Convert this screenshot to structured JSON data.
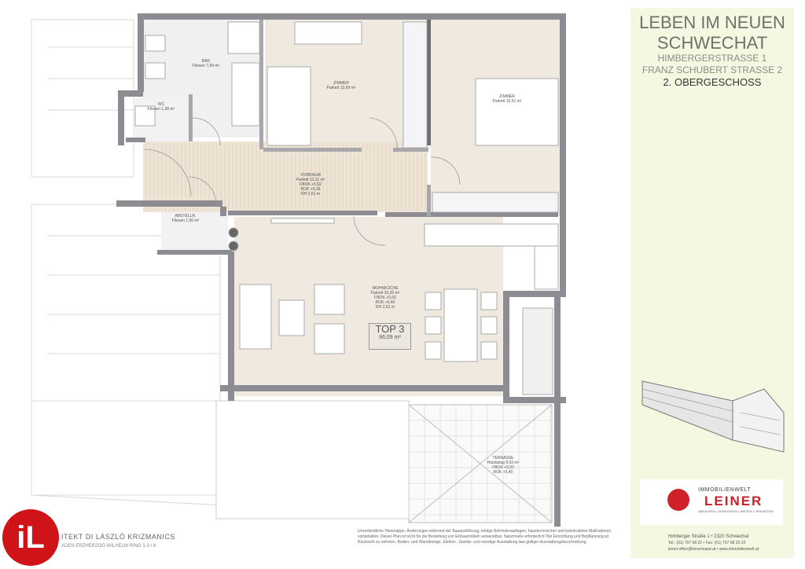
{
  "header": {
    "title_line1": "LEBEN IM NEUEN",
    "title_line2": "SCHWECHAT",
    "address_line1": "HIMBERGERSTRASSE 1",
    "address_line2": "FRANZ SCHUBERT STRASSE 2",
    "floor": "2. OBERGESCHOSS"
  },
  "agency": {
    "brand_top": "IMMOBILIENWELT",
    "brand_name": "LEINER",
    "brand_sub": "ANKAUFEN • VERKAUFEN • MIETEN • VERMIETEN",
    "address": "Himberger Straße 1  •  2320 Schwechat",
    "phone": "Tel.: (01) 707 68 22  •  Fax: (01) 707 68 22-22",
    "email": "leiner.office@leinermaier.at • www.immobilienwelt.at",
    "color": "#c8202a"
  },
  "architect": {
    "logo_text": "iL",
    "name": "ITEKT  DI LÁSZLÓ KRIZMANICS",
    "address": "ADEN  ERZHERZOG WILHELM RING 1-3 / 8",
    "color": "#d01219"
  },
  "disclaimer": "Unverbindliche Planmappe. Änderungen während der Bauausführung, infolge Behördenauflagen, haustechnischer und konstruktiver Maßnahmen vorbehalten. Dieser Plan ist nicht für die Bestellung von Einbaumöbeln verwendbar. Naturmaße erforderlich! Bei Einrichtung und Bepflanzung ist Rücksicht zu nehmen. Boden- und Wandbeläge, Elektro-, Sanitär- und sonstige Ausstattung laut gültiger Ausstattungsbeschreibung.",
  "rooms": {
    "bad": {
      "name": "BAD",
      "area": "Fliesen 7,84 m²"
    },
    "wc": {
      "name": "WC",
      "area": "Fliesen 1,38 m²"
    },
    "zimmer1": {
      "name": "ZIMMER",
      "area": "Parkett 13,69 m²"
    },
    "zimmer2": {
      "name": "ZIMMER",
      "area": "Parkett 16,61 m²"
    },
    "vorraum": {
      "name": "VORRAUM",
      "area": "Parkett 12,11 m²",
      "fbok": "FBOK +5,62",
      "rok": "ROK +5,36",
      "rh": "RH 2,61 m"
    },
    "abstellraum": {
      "name": "ABSTELLR.",
      "area": "Fliesen 1,90 m²"
    },
    "wohnkueche": {
      "name": "WOHNKÜCHE",
      "area": "Parkett 33,20 m²",
      "fbok": "FBOK +5,60",
      "rok": "ROK +5,40",
      "rh": "RH 2,61 m"
    },
    "terrasse": {
      "name": "TERRASSE",
      "area": "Holzbelag 8,93 m²",
      "fbok": "FBOK +5,50",
      "rok": "ROK +5,40"
    }
  },
  "unit": {
    "name": "TOP 3",
    "area": "86,09 m²"
  },
  "colors": {
    "wall": "#8c8c92",
    "floor": "#efe9df",
    "panel": "#f5f8e1"
  }
}
